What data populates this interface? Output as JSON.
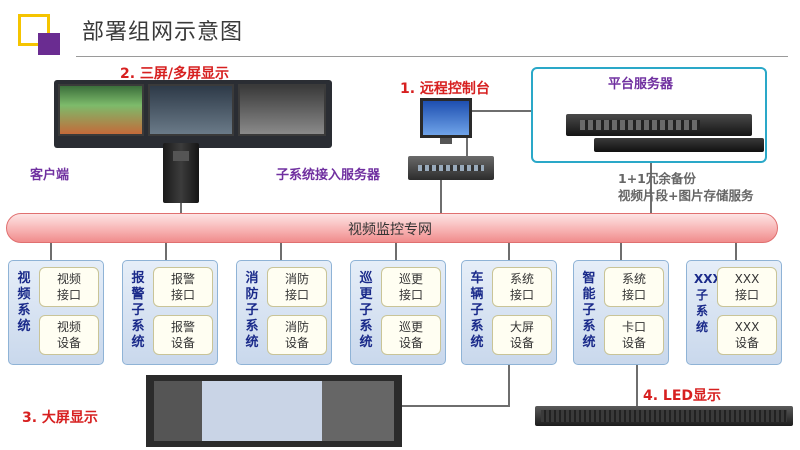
{
  "title": "部署组网示意图",
  "labels": {
    "multi_screen": "2. 三屏/多屏显示",
    "remote_console": "1. 远程控制台",
    "platform_server": "平台服务器",
    "client": "客户端",
    "access_server": "子系统接入服务器",
    "backup_line1": "1+1冗余备份",
    "backup_line2": "视频片段+图片存储服务",
    "video_network": "视频监控专网",
    "big_screen": "3. 大屏显示",
    "led_display": "4. LED显示"
  },
  "subsystems": [
    {
      "name": "视频系统",
      "btn1": "视频\n接口",
      "btn2": "视频\n设备"
    },
    {
      "name": "报警子系统",
      "btn1": "报警\n接口",
      "btn2": "报警\n设备"
    },
    {
      "name": "消防子系统",
      "btn1": "消防\n接口",
      "btn2": "消防\n设备"
    },
    {
      "name": "巡更子系统",
      "btn1": "巡更\n接口",
      "btn2": "巡更\n设备"
    },
    {
      "name": "车辆子系统",
      "btn1": "系统\n接口",
      "btn2": "大屏\n设备"
    },
    {
      "name": "智能子系统",
      "btn1": "系统\n接口",
      "btn2": "卡口\n设备"
    },
    {
      "name": "XXX子系统",
      "btn1": "XXX\n接口",
      "btn2": "XXX\n设备"
    }
  ],
  "colors": {
    "red": "#d72020",
    "purple": "#7030a0",
    "navy": "#1a2a8a",
    "bus": "#f4a0a0",
    "server_box": "#2aa8c8"
  }
}
